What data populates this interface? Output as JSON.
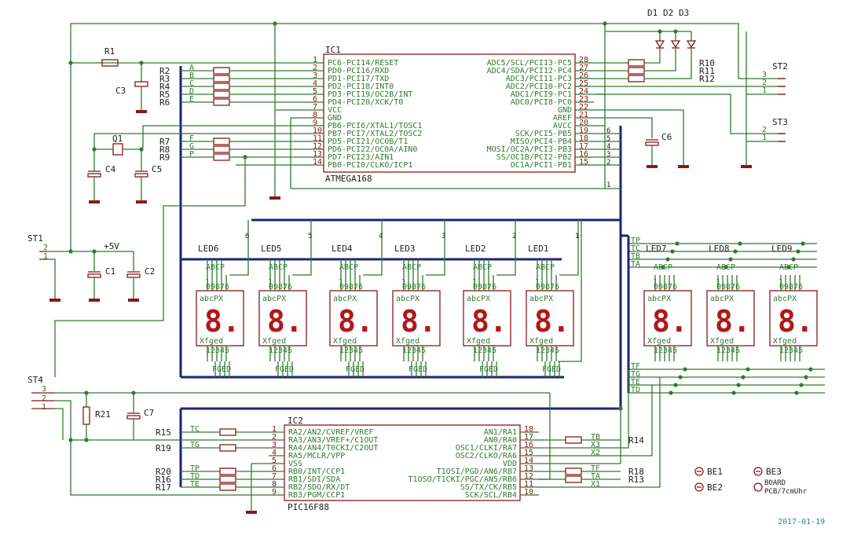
{
  "ic1": {
    "name": "IC1",
    "part": "ATMEGA168",
    "left_pins": [
      {
        "n": "1",
        "label": "PC6-PCI14/RESET"
      },
      {
        "n": "2",
        "label": "PD0-PCI16/RXD"
      },
      {
        "n": "3",
        "label": "PD1-PCI17/TXD"
      },
      {
        "n": "4",
        "label": "PD2-PCI18/INT0"
      },
      {
        "n": "5",
        "label": "PD3-PCI19/OC2B/INT"
      },
      {
        "n": "6",
        "label": "PD4-PCI20/XCK/T0"
      },
      {
        "n": "7",
        "label": "VCC"
      },
      {
        "n": "8",
        "label": "GND"
      },
      {
        "n": "9",
        "label": "PB6-PCI6/XTAL1/TOSC1"
      },
      {
        "n": "10",
        "label": "PB7-PCI7/XTAL2/TOSC2"
      },
      {
        "n": "11",
        "label": "PD5-PCI21/OC0B/T1"
      },
      {
        "n": "12",
        "label": "PD6-PCI22/OC0A/AIN0"
      },
      {
        "n": "13",
        "label": "PD7-PCI23/AIN1"
      },
      {
        "n": "14",
        "label": "PB0-PCI0/CLKO/ICP1"
      }
    ],
    "right_pins": [
      {
        "n": "28",
        "label": "ADC5/SCL/PCI13-PC5"
      },
      {
        "n": "27",
        "label": "ADC4/SDA/PCI12-PC4"
      },
      {
        "n": "26",
        "label": "ADC3/PCI11-PC3"
      },
      {
        "n": "25",
        "label": "ADC2/PCI10-PC2"
      },
      {
        "n": "24",
        "label": "ADC1/PCI9-PC1"
      },
      {
        "n": "23",
        "label": "ADC0/PCI8-PC0"
      },
      {
        "n": "22",
        "label": "GND"
      },
      {
        "n": "21",
        "label": "AREF"
      },
      {
        "n": "20",
        "label": "AVCC"
      },
      {
        "n": "19",
        "label": "SCK/PCI5-PB5"
      },
      {
        "n": "18",
        "label": "MISO/PCI4-PB4"
      },
      {
        "n": "17",
        "label": "MOSI/OC2A/PCI3-PB3"
      },
      {
        "n": "16",
        "label": "SS/OC1B/PCI2-PB2"
      },
      {
        "n": "15",
        "label": "OC1A/PCI1-PB1"
      }
    ]
  },
  "ic2": {
    "name": "IC2",
    "part": "PIC16F88",
    "left_pins": [
      {
        "n": "1",
        "label": "RA2/AN2/CVREF/VREF"
      },
      {
        "n": "2",
        "label": "RA3/AN3/VREF+/C1OUT"
      },
      {
        "n": "3",
        "label": "RA4/AN4/T0CKI/C2OUT"
      },
      {
        "n": "4",
        "label": "RA5/MCLR/VPP"
      },
      {
        "n": "5",
        "label": "VSS"
      },
      {
        "n": "6",
        "label": "RB0/INT/CCP1"
      },
      {
        "n": "7",
        "label": "RB1/SDI/SDA"
      },
      {
        "n": "8",
        "label": "RB2/SDO/RX/DT"
      },
      {
        "n": "9",
        "label": "RB3/PGM/CCP1"
      }
    ],
    "right_pins": [
      {
        "n": "18",
        "label": "AN1/RA1"
      },
      {
        "n": "17",
        "label": "AN0/RA0"
      },
      {
        "n": "16",
        "label": "OSC1/CLKI/RA7"
      },
      {
        "n": "15",
        "label": "OSC2/CLKO/RA6"
      },
      {
        "n": "14",
        "label": "VDD"
      },
      {
        "n": "13",
        "label": "T1OSI/PGD/AN6/RB7"
      },
      {
        "n": "12",
        "label": "T1OSO/T1CKI/PGC/AN5/RB6"
      },
      {
        "n": "11",
        "label": "SS/TX/CK/RB5"
      },
      {
        "n": "10",
        "label": "SCK/SCL/RB4"
      }
    ]
  },
  "resistors_left": [
    "R2",
    "R3",
    "R4",
    "R5",
    "R6"
  ],
  "resistors_left_nets": [
    "A",
    "B",
    "C",
    "D",
    "E"
  ],
  "resistors_mid": [
    "R7",
    "R8",
    "R9"
  ],
  "resistors_mid_nets": [
    "F",
    "G",
    "P"
  ],
  "resistors_right": [
    "R10",
    "R11",
    "R12"
  ],
  "r1": "R1",
  "diodes": [
    "D1",
    "D2",
    "D3"
  ],
  "crystal": "Q1",
  "caps": {
    "c1": "C1",
    "c2": "C2",
    "c3": "C3",
    "c4": "C4",
    "c5": "C5",
    "c6": "C6",
    "c7": "C7"
  },
  "connectors": {
    "st1": "ST1",
    "st2": "ST2",
    "st3": "ST3",
    "st4": "ST4"
  },
  "supply": "+5V",
  "ic1_bus_right_nums": [
    "6",
    "5",
    "4",
    "3",
    "2"
  ],
  "ic1_bus_bottom_num": "1",
  "led_digits_left": [
    {
      "name": "LED6",
      "bus": "6"
    },
    {
      "name": "LED5",
      "bus": "5"
    },
    {
      "name": "LED4",
      "bus": "4"
    },
    {
      "name": "LED3",
      "bus": "3"
    },
    {
      "name": "LED2",
      "bus": "2"
    },
    {
      "name": "LED1",
      "bus": "1"
    }
  ],
  "led_digits_right": [
    "LED7",
    "LED8",
    "LED9"
  ],
  "led_top_pins": "ABCP",
  "led_top_nums": "09876",
  "led_seg_top": "abcPX",
  "led_seg_bottom": "Xfged",
  "led_glyph": "8.",
  "led_bottom_nums": "12345",
  "led_bottom_nets": "FGED",
  "led_one": "1",
  "t_nets_top": [
    "TP",
    "TC",
    "TB",
    "TA"
  ],
  "t_nets_bottom": [
    "TF",
    "TG",
    "TE",
    "TD"
  ],
  "ic2_left_res": [
    "R15",
    "R19",
    "R20",
    "R16",
    "R17"
  ],
  "ic2_left_nets": [
    "TC",
    "TG",
    "TP",
    "TD",
    "TE"
  ],
  "ic2_right_res": [
    "R14",
    "R18",
    "R13"
  ],
  "ic2_right_nets": [
    "TB",
    "X3",
    "X2",
    "TF",
    "TA",
    "X1"
  ],
  "r21": "R21",
  "pins_12": [
    "1",
    "2"
  ],
  "pins_123": [
    "1",
    "2",
    "3"
  ],
  "board": {
    "be1": "BE1",
    "be2": "BE2",
    "be3": "BE3",
    "board_label": "BOARD",
    "board_name": "PCB/7cmUhr"
  },
  "date": "2017-01-19",
  "colors": {
    "wire": "#2f7a2f",
    "bus": "#1c2670",
    "body": "#8a1818",
    "date": "#2a8a8a"
  }
}
